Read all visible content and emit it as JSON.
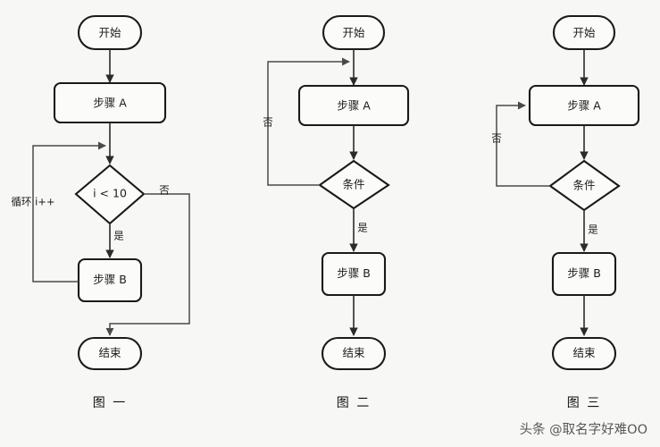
{
  "page": {
    "background_color": "#f7f7f5",
    "shape_stroke_color": "#1a1a1a",
    "shape_fill_color": "#fbfbfa",
    "connector_color": "#4a4a4a",
    "text_color": "#1b1b1b"
  },
  "watermark": {
    "text": "头条 @取名字好难OO"
  },
  "charts": [
    {
      "id": "chart-one",
      "caption": "图 一",
      "nodes": {
        "start": "开始",
        "step_a": "步骤 A",
        "decision": "i < 10",
        "step_b": "步骤 B",
        "end": "结束"
      },
      "edge_labels": {
        "loop": "循环 i++",
        "no": "否",
        "yes": "是"
      }
    },
    {
      "id": "chart-two",
      "caption": "图 二",
      "nodes": {
        "start": "开始",
        "step_a": "步骤 A",
        "decision": "条件",
        "step_b": "步骤 B",
        "end": "结束"
      },
      "edge_labels": {
        "no": "否",
        "yes": "是"
      }
    },
    {
      "id": "chart-three",
      "caption": "图 三",
      "nodes": {
        "start": "开始",
        "step_a": "步骤 A",
        "decision": "条件",
        "step_b": "步骤 B",
        "end": "结束"
      },
      "edge_labels": {
        "no": "否",
        "yes": "是"
      }
    }
  ]
}
